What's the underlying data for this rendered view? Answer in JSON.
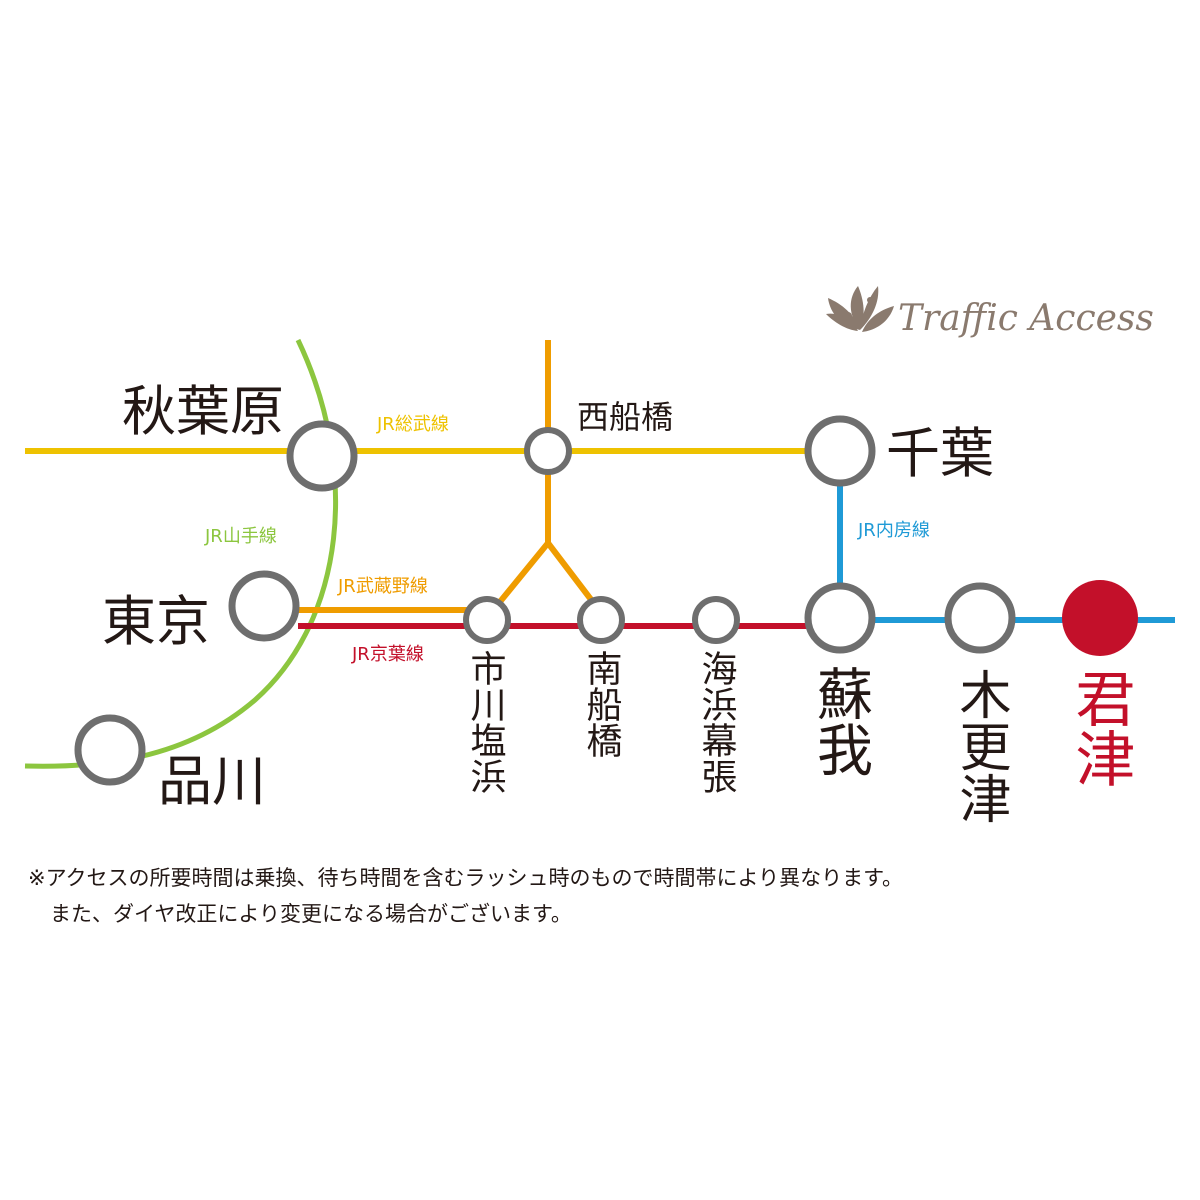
{
  "brand": {
    "title": "Traffic Access",
    "color": "#8a7a6e"
  },
  "colors": {
    "yamanote": "#8cc63f",
    "sobu": "#eec200",
    "musashino": "#ef9c00",
    "keiyo": "#c3102a",
    "uchibo": "#1f9ad6",
    "station_ring": "#6e6e6e",
    "highlight": "#c3102a"
  },
  "lines": {
    "yamanote": "JR山手線",
    "sobu": "JR総武線",
    "musashino": "JR武蔵野線",
    "keiyo": "JR京葉線",
    "uchibo": "JR内房線"
  },
  "stations": {
    "akihabara": "秋葉原",
    "tokyo": "東京",
    "shinagawa": "品川",
    "nishifunabashi": "西船橋",
    "chiba": "千葉",
    "ichikawashiohama": "市川塩浜",
    "minamifunabashi": "南船橋",
    "kaihinmakuhari": "海浜幕張",
    "soga": "蘇我",
    "kisarazu": "木更津",
    "kimitsu": "君津"
  },
  "notes": {
    "line1": "※アクセスの所要時間は乗換、待ち時間を含むラッシュ時のもので時間帯により異なります。",
    "line2": "また、ダイヤ改正により変更になる場合がございます。"
  }
}
